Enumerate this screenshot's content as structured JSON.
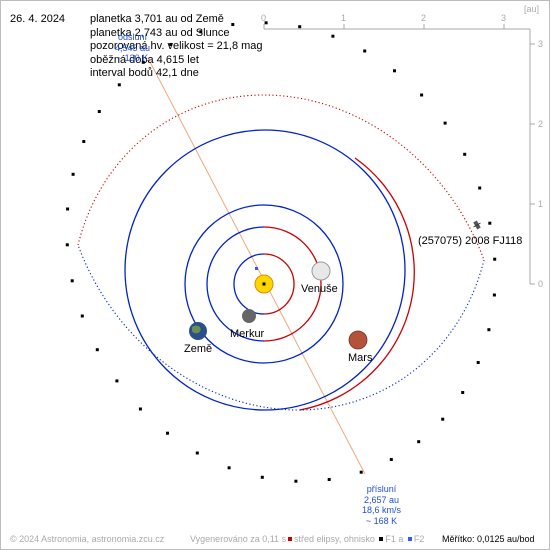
{
  "date": "26. 4. 2024",
  "info_lines": [
    "planetka 3,701 au od Země",
    "planetka 2,743 au od Slunce",
    "pozorovaná hv. velikost = 21,8 mag",
    "oběžná doba 4,615 let",
    "interval bodů 42,1 dne"
  ],
  "aphelion_label": [
    "odsluní",
    "4,545 au",
    "~ 130 K"
  ],
  "perihelion_label": [
    "přísluní",
    "2,657 au",
    "18,6 km/s",
    "~ 168 K"
  ],
  "scale_top": {
    "ticks": [
      "0",
      "1",
      "2",
      "3"
    ],
    "unit": "[au]"
  },
  "scale_right": {
    "ticks": [
      "3",
      "2",
      "1",
      "0"
    ]
  },
  "bodies": {
    "asteroid": "(257075) 2008 FJ118",
    "venus": "Venuše",
    "mercury": "Merkur",
    "earth": "Země",
    "mars": "Mars"
  },
  "footer": {
    "copyright": "© 2024 Astronomia, astronomia.zcu.cz",
    "generated": "Vygenerováno za 0,11 s",
    "legend_center": "střed elipsy, ohnisko",
    "legend_f1": "F1 a",
    "legend_f2": "F2",
    "scale": "Měřítko: 0,0125 au/bod"
  },
  "colors": {
    "orbit_above": "#cc0000",
    "orbit_below": "#0022cc",
    "axis_line": "#f3a77a",
    "sun": "#ffd700",
    "label_blue": "#1f4fd6",
    "scale_gray": "#a9a9a9"
  }
}
